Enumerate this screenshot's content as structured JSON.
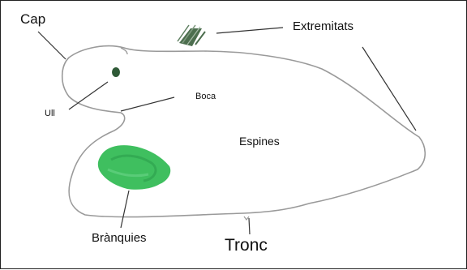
{
  "labels": {
    "cap": "Cap",
    "extremitats": "Extremitats",
    "ull": "Ull",
    "boca": "Boca",
    "espines": "Espines",
    "branquies": "Brànquies",
    "tronc": "Tronc"
  },
  "colors": {
    "outline": "#9a9a9a",
    "leader_line": "#333333",
    "eye": "#2f5a37",
    "gills": "#3fbf5f",
    "gills_dark": "#2a9a48",
    "extremity_sketch": "#4c6e4e",
    "frame": "#222222"
  }
}
